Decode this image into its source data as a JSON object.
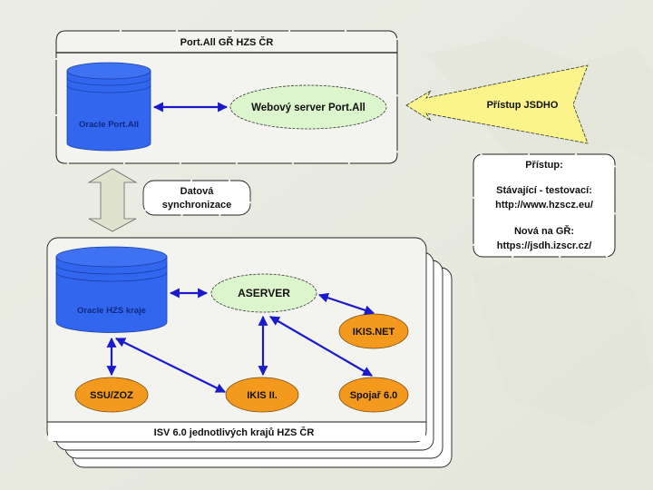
{
  "diagram": {
    "top_panel": {
      "title": "Port.All GŘ HZS ČR",
      "db_label": "Oracle Port.All",
      "server_label": "Webový server Port.All"
    },
    "access_arrow": {
      "label": "Přístup JSDHO"
    },
    "access_box": {
      "heading": "Přístup:",
      "line1_label": "Stávající - testovací:",
      "line1_url": "http://www.hzscz.eu/",
      "line2_label": "Nová na GŘ:",
      "line2_url": "https://jsdh.izscr.cz/"
    },
    "sync": {
      "line1": "Datová",
      "line2": "synchronizace"
    },
    "bottom_panel": {
      "title": "ISV 6.0 jednotlivých krajů HZS ČR",
      "db_label": "Oracle HZS kraje",
      "server_label": "ASERVER",
      "nodes": [
        "IKIS.NET",
        "SSU/ZOZ",
        "IKIS II.",
        "Spojař 6.0"
      ]
    },
    "colors": {
      "background": "#e9eae1",
      "database": "#3366ee",
      "database_text": "#0d2a80",
      "server_fill": "#ddf5cc",
      "node_fill": "#f39a1e",
      "arrow": "#1a1acc",
      "access_arrow_fill": "#fbf48a",
      "sync_arrow_fill": "#dfe2cc"
    }
  }
}
